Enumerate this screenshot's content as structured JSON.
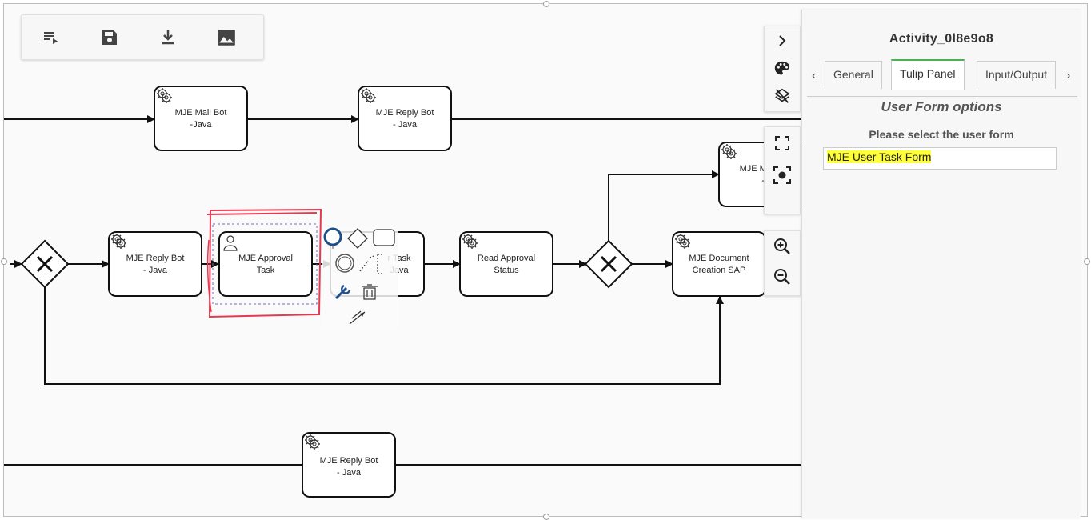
{
  "toolbar": {
    "icons": [
      "list-play-icon",
      "save-icon",
      "download-icon",
      "image-icon"
    ]
  },
  "diagram": {
    "tasks": {
      "mail_bot_top": [
        "MJE Mail Bot",
        "-Java"
      ],
      "reply_bot_top": [
        "MJE Reply Bot",
        "- Java"
      ],
      "reply_bot_mid": [
        "MJE Reply Bot",
        "- Java"
      ],
      "approval_task": [
        "MJE Approval",
        "Task"
      ],
      "partial_task": [
        "r Task",
        "Java"
      ],
      "read_approval": [
        "Read Approval",
        "Status"
      ],
      "mail_bot_right": [
        "MJE Mail Bot",
        "-J"
      ],
      "document_creation": [
        "MJE Document",
        "Creation SAP"
      ],
      "reply_bot_bottom": [
        "MJE Reply Bot",
        "- Java"
      ]
    }
  },
  "side_controls": {
    "icons": [
      "chevron-right-icon",
      "palette-icon",
      "layers-icon",
      "fullscreen-icon",
      "focus-icon",
      "zoom-in-icon",
      "zoom-out-icon"
    ]
  },
  "properties": {
    "title": "Activity_0l8e9o8",
    "tabs": [
      {
        "label": "General",
        "active": false
      },
      {
        "label": "Tulip Panel",
        "active": true
      },
      {
        "label": "Input/Output",
        "active": false
      }
    ],
    "section_title": "User Form options",
    "field_label": "Please select the user form",
    "field_value": "MJE User Task Form",
    "highlight_color": "#ffff3a",
    "active_tab_color": "#4caf50"
  },
  "colors": {
    "selection": "#e53950",
    "selection_dash": "#7b68c8",
    "context_pad": "#1e4e8c"
  }
}
